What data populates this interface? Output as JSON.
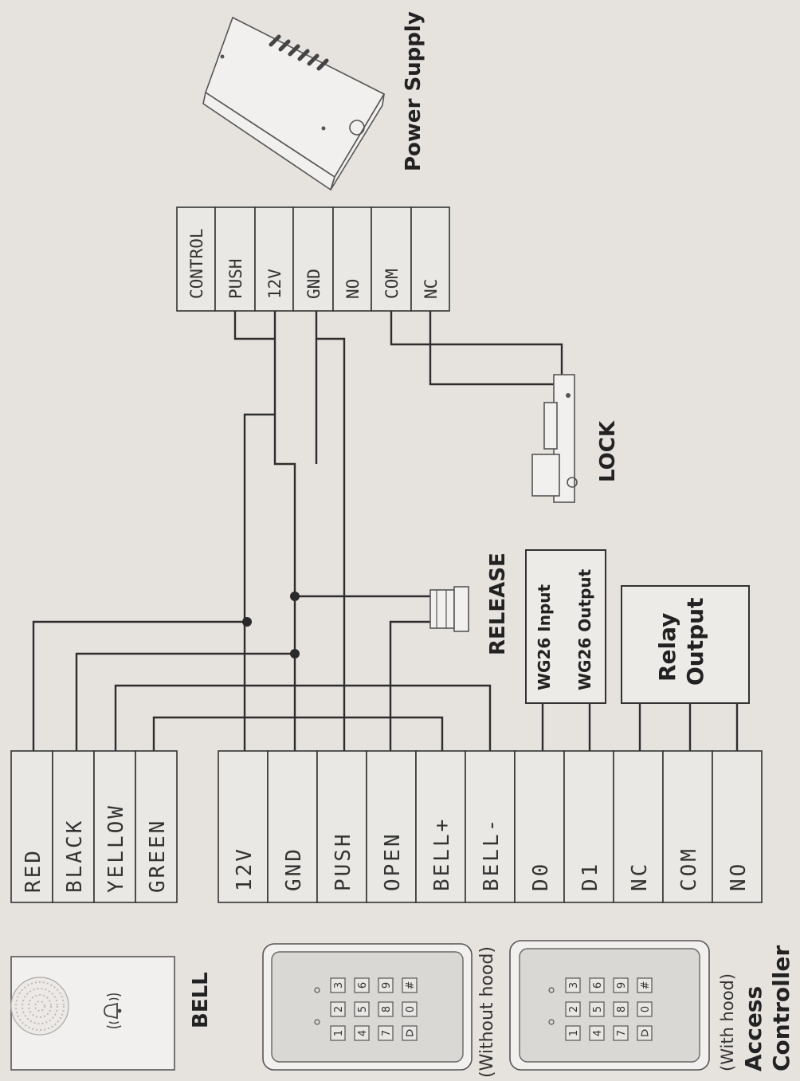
{
  "power_supply": {
    "label": "Power Supply",
    "terminals": [
      "CONTROL",
      "PUSH",
      "12V",
      "GND",
      "NO",
      "COM",
      "NC"
    ]
  },
  "bell_wires": [
    "RED",
    "BLACK",
    "YELLOW",
    "GREEN"
  ],
  "controller_terminals": [
    "12V",
    "GND",
    "PUSH",
    "OPEN",
    "BELL+",
    "BELL-",
    "D0",
    "D1",
    "NC",
    "COM",
    "NO"
  ],
  "wiegand_box": {
    "input": "WG26 Input",
    "output": "WG26 Output"
  },
  "relay_box": {
    "line1": "Relay",
    "line2": "Output"
  },
  "labels": {
    "release": "RELEASE",
    "lock": "LOCK",
    "bell": "BELL",
    "without_hood": "(Without hood)",
    "with_hood": "(With hood)",
    "access": "Access",
    "controller": "Controller"
  },
  "keypad_keys": [
    [
      "1",
      "2",
      "3"
    ],
    [
      "4",
      "5",
      "6"
    ],
    [
      "7",
      "8",
      "9"
    ],
    [
      "bell-icon",
      "0",
      "#"
    ]
  ]
}
